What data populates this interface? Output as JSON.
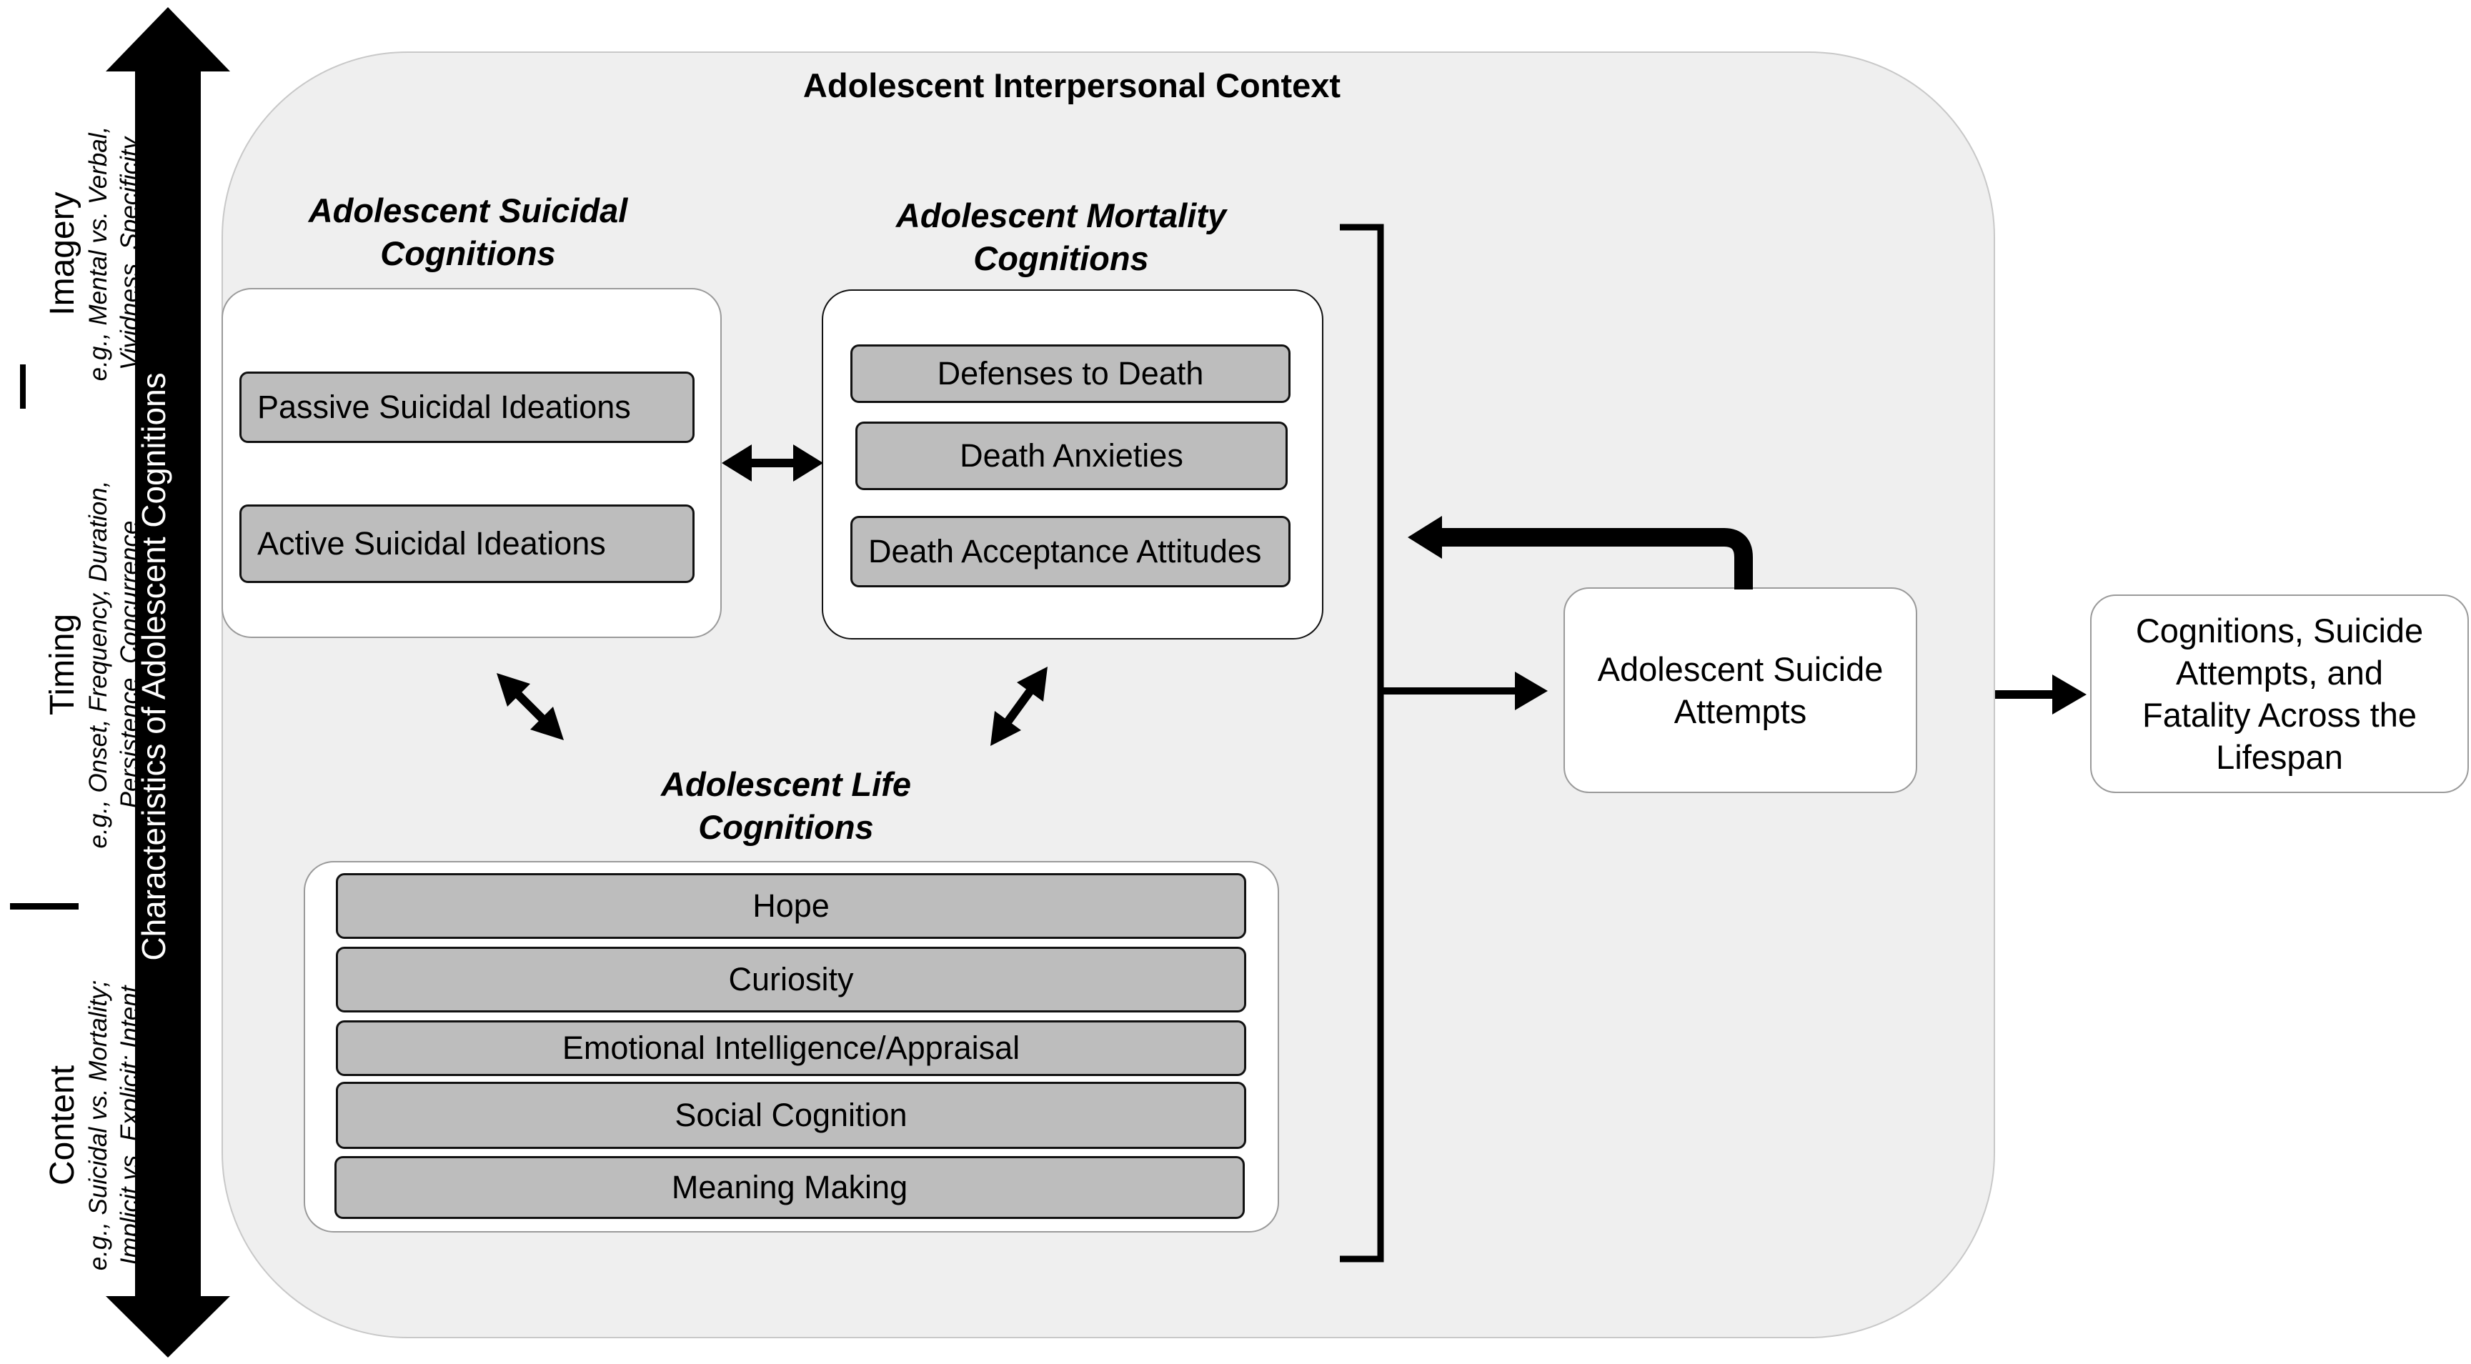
{
  "context_title": "Adolescent Interpersonal Context",
  "suicidal": {
    "title_line1": "Adolescent Suicidal",
    "title_line2": "Cognitions",
    "items": [
      "Passive Suicidal Ideations",
      "Active Suicidal Ideations"
    ]
  },
  "mortality": {
    "title_line1": "Adolescent Mortality",
    "title_line2": "Cognitions",
    "items": [
      "Defenses to Death",
      "Death Anxieties",
      "Death Acceptance Attitudes"
    ]
  },
  "life": {
    "title_line1": "Adolescent Life",
    "title_line2": "Cognitions",
    "items": [
      "Hope",
      "Curiosity",
      "Emotional Intelligence/Appraisal",
      "Social Cognition",
      "Meaning Making"
    ]
  },
  "attempts": {
    "line1": "Adolescent Suicide",
    "line2": "Attempts"
  },
  "lifespan": {
    "line1": "Cognitions, Suicide",
    "line2": "Attempts, and",
    "line3": "Fatality Across the",
    "line4": "Lifespan"
  },
  "axis_label": "Characteristics of Adolescent Cognitions",
  "characteristics": {
    "imagery": {
      "head": "Imagery",
      "sub1": "e.g., Mental vs. Verbal,",
      "sub2": "Vividness, Specificity"
    },
    "timing": {
      "head": "Timing",
      "sub1": "e.g., Onset, Frequency, Duration,",
      "sub2": "Persistence, Concurrence"
    },
    "content": {
      "head": "Content",
      "sub1": "e.g., Suicidal vs. Mortality;",
      "sub2": "Implicit vs. Explicit; Intent"
    }
  },
  "colors": {
    "item_fill": "#bdbdbd",
    "context_fill": "#efefef",
    "ink": "#000000"
  }
}
